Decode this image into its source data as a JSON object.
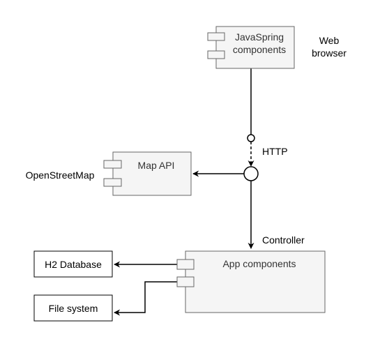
{
  "components": {
    "javaspring": {
      "line1": "JavaSpring",
      "line2": "components"
    },
    "map_api": {
      "label": "Map API"
    },
    "app": {
      "label": "App components"
    },
    "h2": {
      "label": "H2 Database"
    },
    "filesystem": {
      "label": "File system"
    }
  },
  "annotations": {
    "web_line1": "Web",
    "web_line2": "browser",
    "http": "HTTP",
    "openstreetmap": "OpenStreetMap",
    "controller": "Controller"
  },
  "colors": {
    "component_fill": "#f5f5f5",
    "component_stroke": "#666666",
    "box_stroke": "#000000",
    "connector": "#000000"
  }
}
